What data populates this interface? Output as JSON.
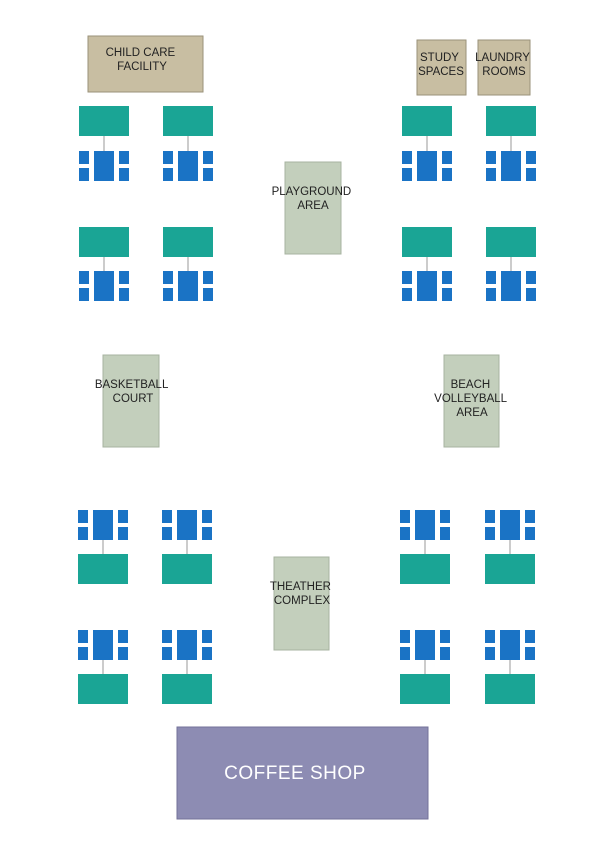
{
  "colors": {
    "tan": "#c8bea2",
    "green_area": "#c3cfbc",
    "teal": "#1aa595",
    "blue": "#1a73c5",
    "purple": "#8d8cb3",
    "line": "#9a9a9a"
  },
  "facilities": {
    "child_care": [
      "CHILD CARE",
      "FACILITY"
    ],
    "study": [
      "STUDY",
      "SPACES"
    ],
    "laundry": [
      "LAUNDRY",
      "ROOMS"
    ],
    "playground": [
      "PLAYGROUND",
      "AREA"
    ],
    "basketball": [
      "BASKETBALL",
      "COURT"
    ],
    "volleyball": [
      "BEACH",
      "VOLLEYBALL",
      "AREA"
    ],
    "theater": [
      "THEATHER",
      "COMPLEX"
    ],
    "coffee_shop": "COFFEE SHOP"
  }
}
